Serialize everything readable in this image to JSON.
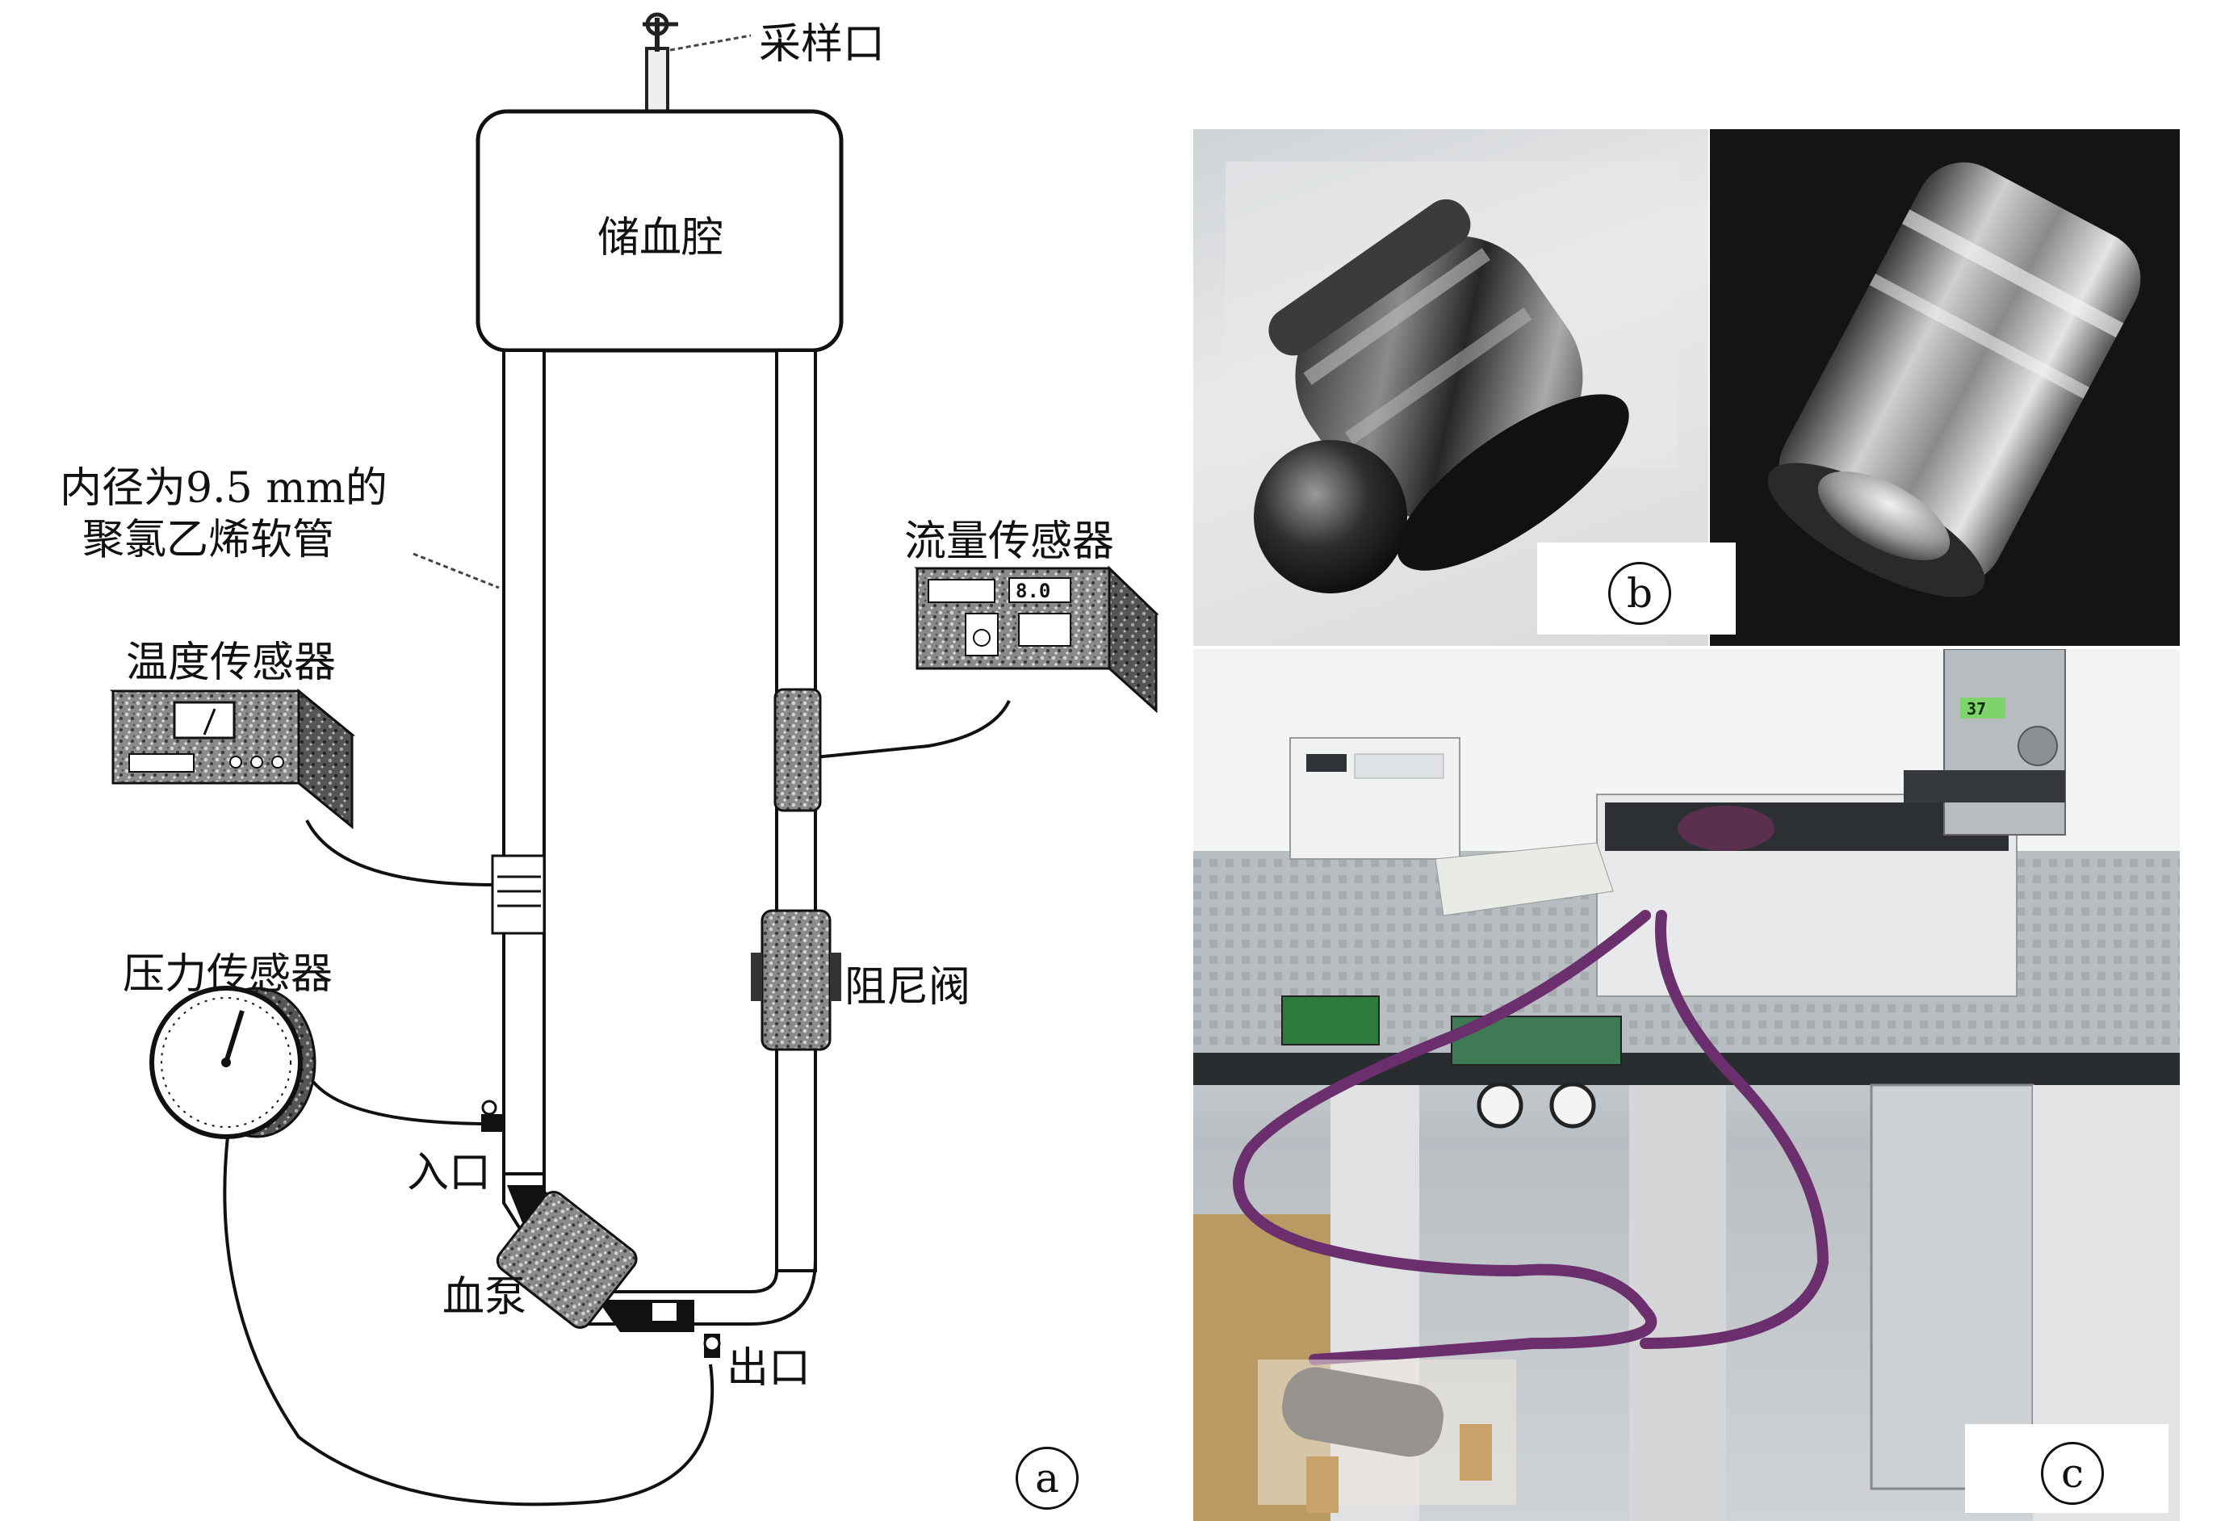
{
  "diagram": {
    "labels": {
      "sampling_port": "采样口",
      "reservoir": "储血腔",
      "tube_line1": "内径为9.5 mm的",
      "tube_line2": "聚氯乙烯软管",
      "flow_sensor": "流量传感器",
      "temp_sensor": "温度传感器",
      "damping_valve": "阻尼阀",
      "pressure_sensor": "压力传感器",
      "inlet": "入口",
      "blood_pump": "血泵",
      "outlet": "出口"
    },
    "flow_display": "8.0",
    "panel_tag": "a"
  },
  "photos": {
    "pump_photo_tag": "b",
    "test_rig_photo_tag": "c",
    "controller_display": "37"
  }
}
